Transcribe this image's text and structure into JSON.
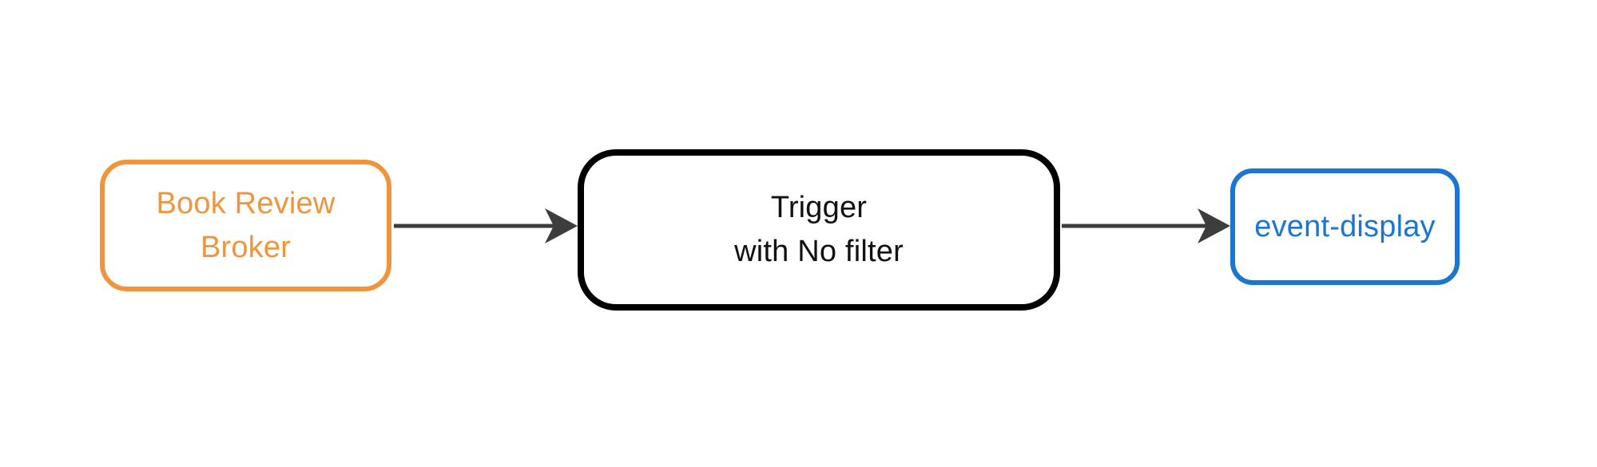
{
  "colors": {
    "background": "#ffffff",
    "broker": "#F0953C",
    "trigger": "#000000",
    "trigger_text": "#111111",
    "display": "#1976D2",
    "arrow": "#3D3D3D"
  },
  "diagram": {
    "type": "flowchart",
    "direction": "left-to-right",
    "nodes": [
      {
        "id": "broker",
        "lines": [
          "Book Review",
          "Broker"
        ],
        "color": "#F0953C",
        "shape": "rounded-rectangle"
      },
      {
        "id": "trigger",
        "lines": [
          "Trigger",
          "with No filter"
        ],
        "color": "#000000",
        "shape": "rounded-rectangle"
      },
      {
        "id": "event_display",
        "lines": [
          "event-display"
        ],
        "color": "#1976D2",
        "shape": "rounded-rectangle"
      }
    ],
    "edges": [
      {
        "from": "broker",
        "to": "trigger",
        "style": "solid-arrow"
      },
      {
        "from": "trigger",
        "to": "event_display",
        "style": "solid-arrow"
      }
    ]
  }
}
